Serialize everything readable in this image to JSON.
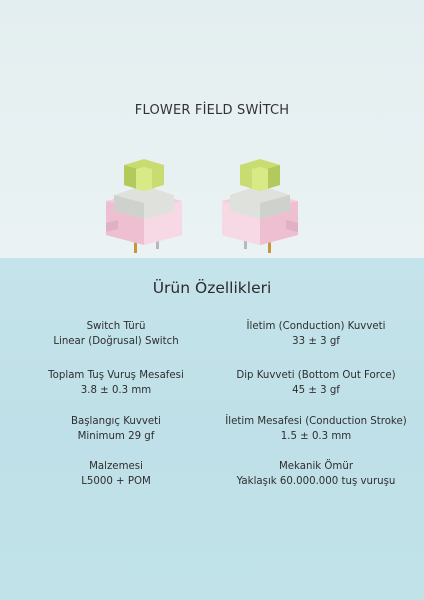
{
  "header": {
    "title": "FLOWER FİELD SWİTCH"
  },
  "section": {
    "title": "Ürün Özellikleri"
  },
  "specs": [
    {
      "label": "Switch Türü",
      "value": "Linear (Doğrusal) Switch"
    },
    {
      "label": "İletim (Conduction) Kuvveti",
      "value": "33 ± 3 gf"
    },
    {
      "label": "Toplam Tuş Vuruş Mesafesi",
      "value": "3.8 ± 0.3 mm"
    },
    {
      "label": "Dip Kuvveti (Bottom Out Force)",
      "value": "45 ± 3 gf"
    },
    {
      "label": "Başlangıç Kuvveti",
      "value": "Minimum 29 gf"
    },
    {
      "label": "İletim Mesafesi (Conduction Stroke)",
      "value": "1.5 ± 0.3 mm"
    },
    {
      "label": "Malzemesi",
      "value": "L5000 + POM"
    },
    {
      "label": "Mekanik Ömür",
      "value": "Yaklaşık 60.000.000 tuş vuruşu"
    }
  ],
  "colors": {
    "stem": "#c9dc72",
    "housing_pink": "#f2cfdc",
    "housing_clear": "#d9dcd6",
    "pin": "#c9953a"
  }
}
